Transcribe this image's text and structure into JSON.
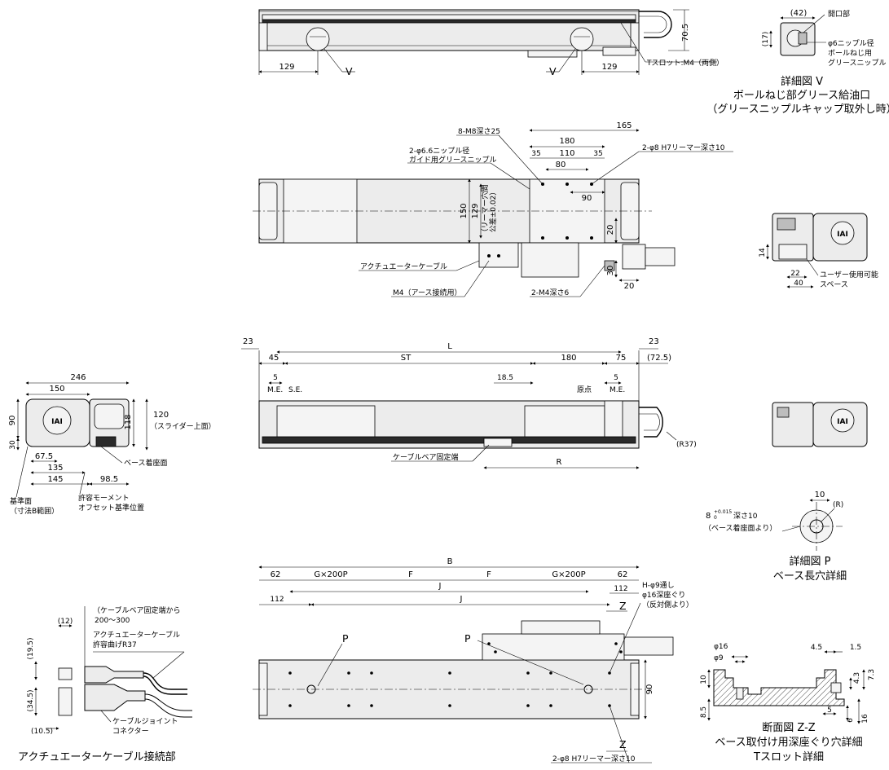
{
  "top_view": {
    "dims": [
      "70.5",
      "129",
      "129"
    ],
    "v_label": "V",
    "t_slot": "Tスロット:M4（両側）"
  },
  "detail_v": {
    "dims": [
      "(42)",
      "(17)"
    ],
    "opening": "開口部",
    "nipple": [
      "φ6ニップル径",
      "ボールねじ用",
      "グリースニップル"
    ],
    "title": [
      "詳細図 V",
      "ボールねじ部グリース給油口",
      "（グリースニップルキャップ取外し時）"
    ]
  },
  "slider_view": {
    "dims": [
      "165",
      "180",
      "35",
      "110",
      "35",
      "80",
      "90",
      "150",
      "129",
      "20",
      "30",
      "20"
    ],
    "m8": "8-M8深さ25",
    "reamer": "2-φ8 H7リーマー深さ10",
    "guide_nipple": [
      "2-φ6.6ニップル径",
      "ガイド用グリースニップル"
    ],
    "reamer_tol": [
      "（リーマー穴間",
      "公差±0.02）"
    ],
    "cable": "アクチュエーターケーブル",
    "earth": "M4（アース接続用）",
    "m4": "2-M4深さ6"
  },
  "side_right": {
    "dims": [
      "14",
      "22",
      "40"
    ],
    "space": [
      "ユーザー使用可能",
      "スペース"
    ]
  },
  "front_view": {
    "dims": [
      "23",
      "L",
      "23",
      "45",
      "ST",
      "180",
      "75",
      "(72.5)",
      "5",
      "18.5",
      "5",
      "R",
      "(R37)"
    ],
    "me": "M.E.",
    "se": "S.E.",
    "origin": "原点",
    "cable_end": "ケーブルベア固定端"
  },
  "end_view": {
    "dims": [
      "246",
      "150",
      "90",
      "30",
      "118",
      "120",
      "67.5",
      "135",
      "145",
      "98.5"
    ],
    "slider_top": "（スライダー上面）",
    "base_face": "ベース着座面",
    "ref_face": [
      "基準面",
      "（寸法B範囲）"
    ],
    "moment": [
      "許容モーメント",
      "オフセット基準位置"
    ],
    "logo": "IAI"
  },
  "detail_p": {
    "dims": [
      "10",
      "(R)"
    ],
    "depth": [
      "8",
      "+0.015",
      "0",
      "深さ10"
    ],
    "depth_note": "（ベース着座面より）",
    "title": [
      "詳細図 P",
      "ベース長穴詳細"
    ]
  },
  "base_view": {
    "dims": [
      "B",
      "62",
      "G×200P",
      "F",
      "F",
      "G×200P",
      "62",
      "J",
      "112",
      "112",
      "J",
      "90"
    ],
    "p_label": "P",
    "z_label": "Z",
    "through": [
      "H-φ9通し",
      "φ16深座ぐり",
      "（反対側より）"
    ],
    "reamer": "2-φ8 H7リーマー深さ10"
  },
  "section_zz": {
    "dims": [
      "φ16",
      "φ9",
      "10",
      "8.5",
      "4.5",
      "1.5",
      "4.3",
      "7.3",
      "5",
      "16",
      "6"
    ],
    "title": [
      "断面図 Z-Z",
      "ベース取付け用深座ぐり穴詳細",
      "Tスロット詳細"
    ]
  },
  "cable_detail": {
    "dims": [
      "(12)",
      "(19.5)",
      "(34.5)",
      "(10.5)"
    ],
    "notes": [
      "（ケーブルベア固定端から",
      "200〜300",
      "アクチュエーターケーブル",
      "許容曲げR37",
      "ケーブルジョイント",
      "コネクター"
    ],
    "title": "アクチュエーターケーブル接続部"
  }
}
